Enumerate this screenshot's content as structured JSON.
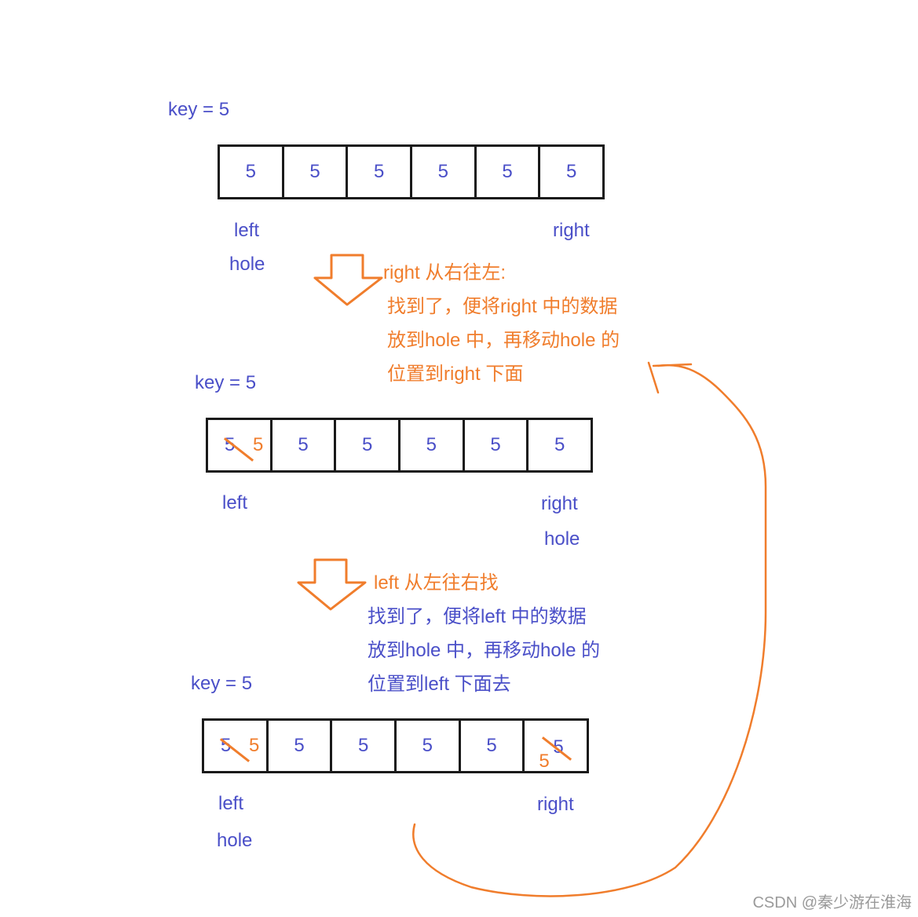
{
  "stage1": {
    "key_label": "key = 5",
    "cells": [
      "5",
      "5",
      "5",
      "5",
      "5",
      "5"
    ],
    "label_left": "left",
    "label_hole": "hole",
    "label_right": "right"
  },
  "note1": {
    "lines": [
      "right 从右往左:",
      "找到了，便将right 中的数据",
      "放到hole 中，再移动hole 的",
      "位置到right 下面"
    ]
  },
  "stage2": {
    "key_label": "key = 5",
    "cells": [
      "5",
      "5",
      "5",
      "5",
      "5",
      "5"
    ],
    "first_new": "5",
    "label_left": "left",
    "label_right": "right",
    "label_hole": "hole"
  },
  "note2": {
    "title": "left 从左往右找",
    "lines": [
      "找到了，便将left 中的数据",
      "放到hole 中，再移动hole 的",
      "位置到left 下面去"
    ]
  },
  "stage3": {
    "key_label": "key = 5",
    "cells": [
      "5",
      "5",
      "5",
      "5",
      "5",
      "5"
    ],
    "first_new": "5",
    "last_new": "5",
    "label_left": "left",
    "label_hole": "hole",
    "label_right": "right"
  },
  "watermark": "CSDN @秦少游在淮海",
  "colors": {
    "ink": "#4a4fc8",
    "accent": "#f07d2c",
    "border": "#1a1a1a"
  }
}
